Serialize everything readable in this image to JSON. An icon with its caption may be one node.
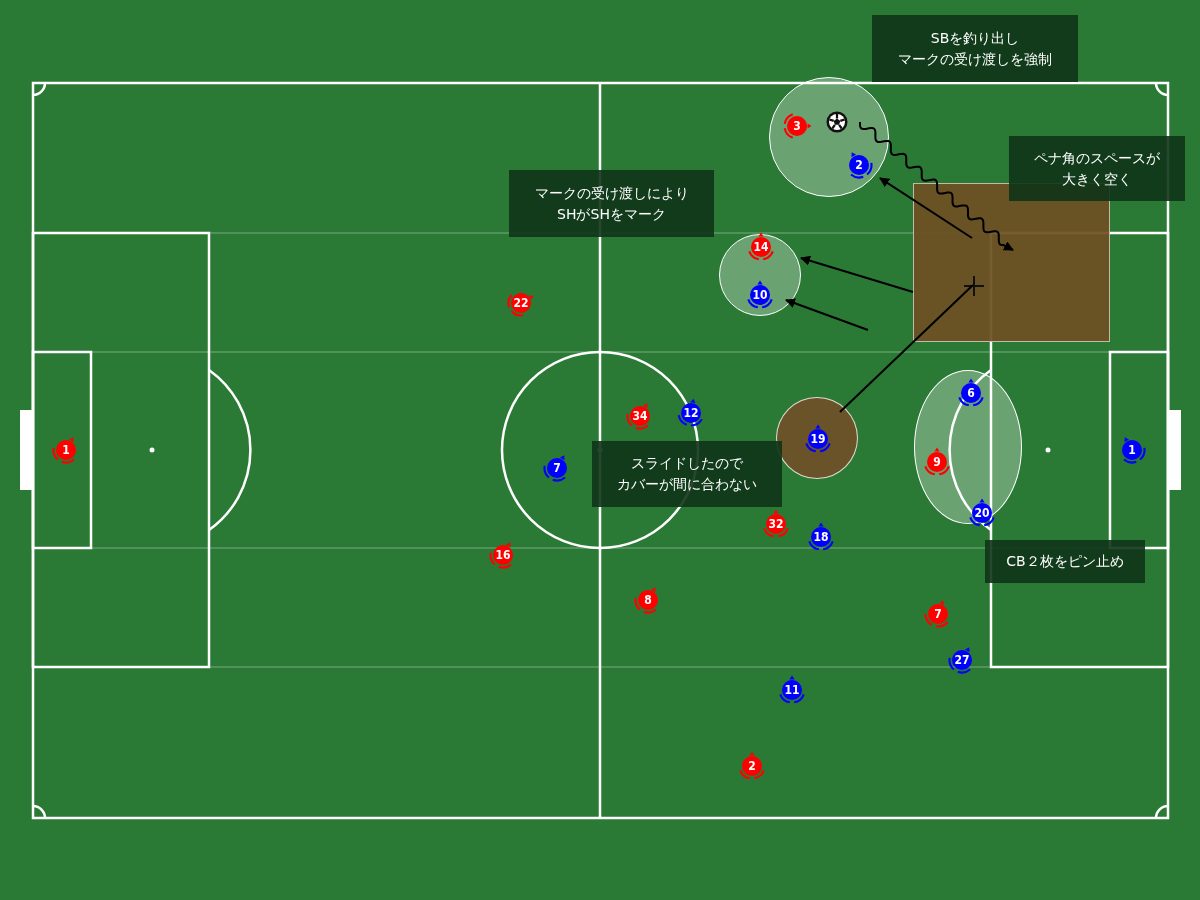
{
  "diagram": {
    "nodes": [
      {
        "text": [
          "SBを釣り出しマークの受け渡しを強制"
        ]
      },
      {
        "text": [],
        "shape": "circle"
      },
      {
        "text": [
          "3"
        ],
        "in": 1
      },
      {
        "text": [],
        "shape": "ball",
        "in": 1
      },
      {
        "text": [
          "2"
        ],
        "in": 1
      },
      {
        "text": [
          "ペナ角のスペースが大きく空く"
        ]
      },
      {
        "text": [
          "マークの受け渡しによりSHがSHをマーク"
        ]
      },
      {
        "text": [],
        "shape": "box"
      },
      {
        "text": [],
        "shape": "cross",
        "in": 7
      },
      {
        "text": [],
        "shape": "circle"
      },
      {
        "text": [
          "14"
        ],
        "in": 9
      },
      {
        "text": [
          "10"
        ],
        "in": 9
      },
      {
        "text": [
          "22"
        ]
      },
      {
        "text": [
          "1"
        ]
      },
      {
        "text": [
          "34"
        ]
      },
      {
        "text": [
          "12"
        ]
      },
      {
        "text": [],
        "shape": "circle"
      },
      {
        "text": [
          "19"
        ],
        "in": 16
      },
      {
        "text": [],
        "shape": "ellipse"
      },
      {
        "text": [
          "6"
        ],
        "in": 18
      },
      {
        "text": [
          "9"
        ],
        "in": 18
      },
      {
        "text": [
          "20"
        ],
        "in": 18
      },
      {
        "text": [
          "1"
        ]
      },
      {
        "text": [
          "7"
        ]
      },
      {
        "text": [
          "スライドしたのでカバーが間に合わない"
        ]
      },
      {
        "text": [
          "32"
        ]
      },
      {
        "text": [
          "18"
        ]
      },
      {
        "text": [
          "16"
        ]
      },
      {
        "text": [
          "CB２枚をピン止め"
        ]
      },
      {
        "text": [
          "8"
        ]
      },
      {
        "text": [
          "7"
        ]
      },
      {
        "text": [
          "27"
        ]
      },
      {
        "text": [
          "11"
        ]
      },
      {
        "text": [
          "2"
        ]
      }
    ],
    "edges": [
      {
        "from": 3,
        "to": null,
        "arrow": "to"
      },
      {
        "from": null,
        "to": 1,
        "arrow": "to"
      },
      {
        "from": 7,
        "to": 9,
        "arrow": "to"
      },
      {
        "from": null,
        "to": 9,
        "arrow": "to"
      },
      {
        "from": 16,
        "to": 8,
        "arrow": "none"
      }
    ]
  }
}
